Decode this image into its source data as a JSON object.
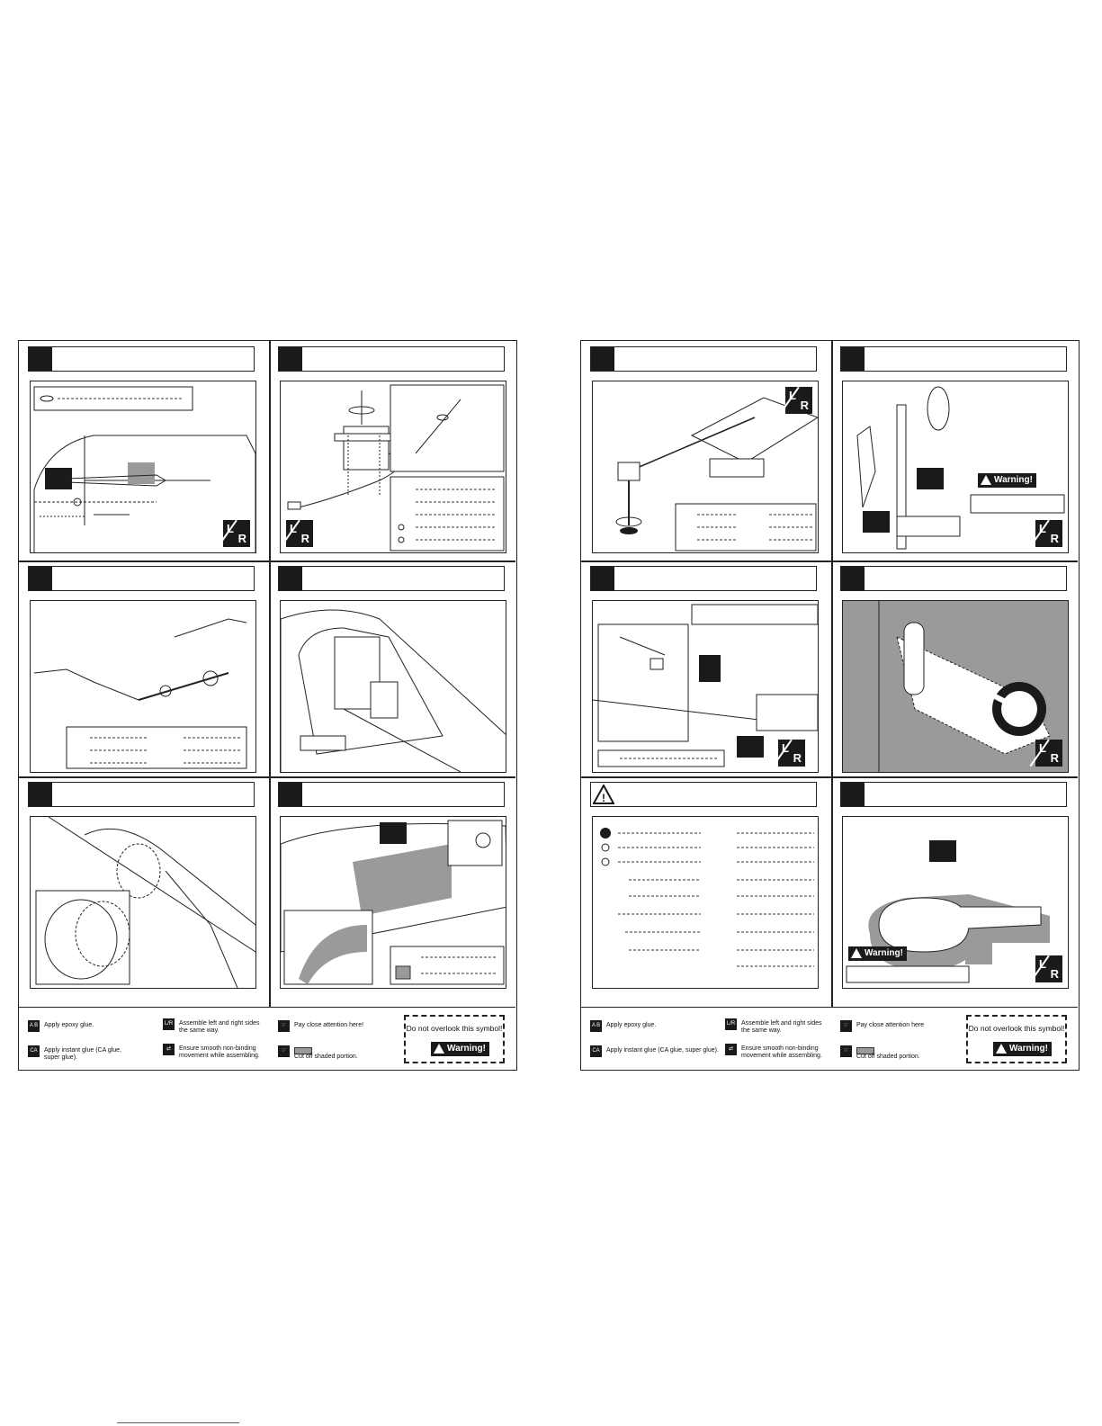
{
  "legend": {
    "epoxy": "Apply epoxy glue.",
    "instant": "Apply instant glue (CA glue, super glue).",
    "assemble": "Assemble left and right sides the same way.",
    "smooth": "Ensure smooth non-binding movement while assembling.",
    "attention": "Pay close attention here!",
    "cutoff": "Cut off shaded portion.",
    "overlook": "Do not overlook this symbol!",
    "warning": "Warning!"
  },
  "legend_right": {
    "epoxy": "Apply epoxy glue.",
    "instant": "Apply instant glue (CA glue, super glue).",
    "assemble": "Assemble left and right sides the same way.",
    "smooth": "Ensure smooth non-binding movement while assembling.",
    "attention": "Pay close attention here",
    "cutoff": "Cut off shaded portion.",
    "overlook": "Do not overlook this symbol!",
    "warning": "Warning!"
  },
  "badges": {
    "lr_l": "L",
    "lr_r": "R",
    "ab_a": "A",
    "ab_b": "B",
    "ca": "CA",
    "warning": "Warning!",
    "warn_mark": "!"
  }
}
